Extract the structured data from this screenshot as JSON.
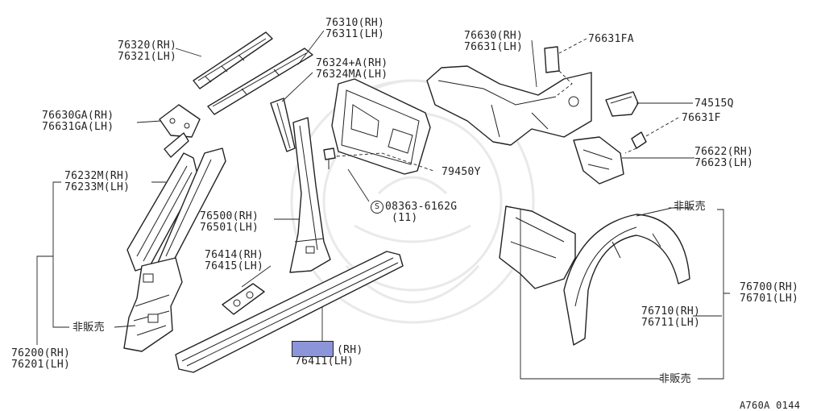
{
  "labels": {
    "p76320": [
      "76320(RH)",
      "76321(LH)"
    ],
    "p76310": [
      "76310(RH)",
      "76311(LH)"
    ],
    "p76630GA": [
      "76630GA(RH)",
      "76631GA(LH)"
    ],
    "p76324": [
      "76324+A(RH)",
      "76324MA(LH)"
    ],
    "p76630": [
      "76630(RH)",
      "76631(LH)"
    ],
    "p76631FA": "76631FA",
    "p74515Q": "74515Q",
    "p76631F": "76631F",
    "p76622": [
      "76622(RH)",
      "76623(LH)"
    ],
    "p76232M": [
      "76232M(RH)",
      "76233M(LH)"
    ],
    "p79450Y": "79450Y",
    "p08363": "08363-6162G",
    "p08363_qty": "(11)",
    "s_mark": "S",
    "p76500": [
      "76500(RH)",
      "76501(LH)"
    ],
    "p76414": [
      "76414(RH)",
      "76415(LH)"
    ],
    "p76700": [
      "76700(RH)",
      "76701(LH)"
    ],
    "p76710": [
      "76710(RH)",
      "76711(LH)"
    ],
    "p76410": [
      "(RH)",
      "76411(LH)"
    ],
    "p76200": [
      "76200(RH)",
      "76201(LH)"
    ],
    "not_for_sale_left": "非販売",
    "not_for_sale_top": "非販売",
    "not_for_sale_bottom": "非販売",
    "diagram_code": "A760A 0144"
  }
}
